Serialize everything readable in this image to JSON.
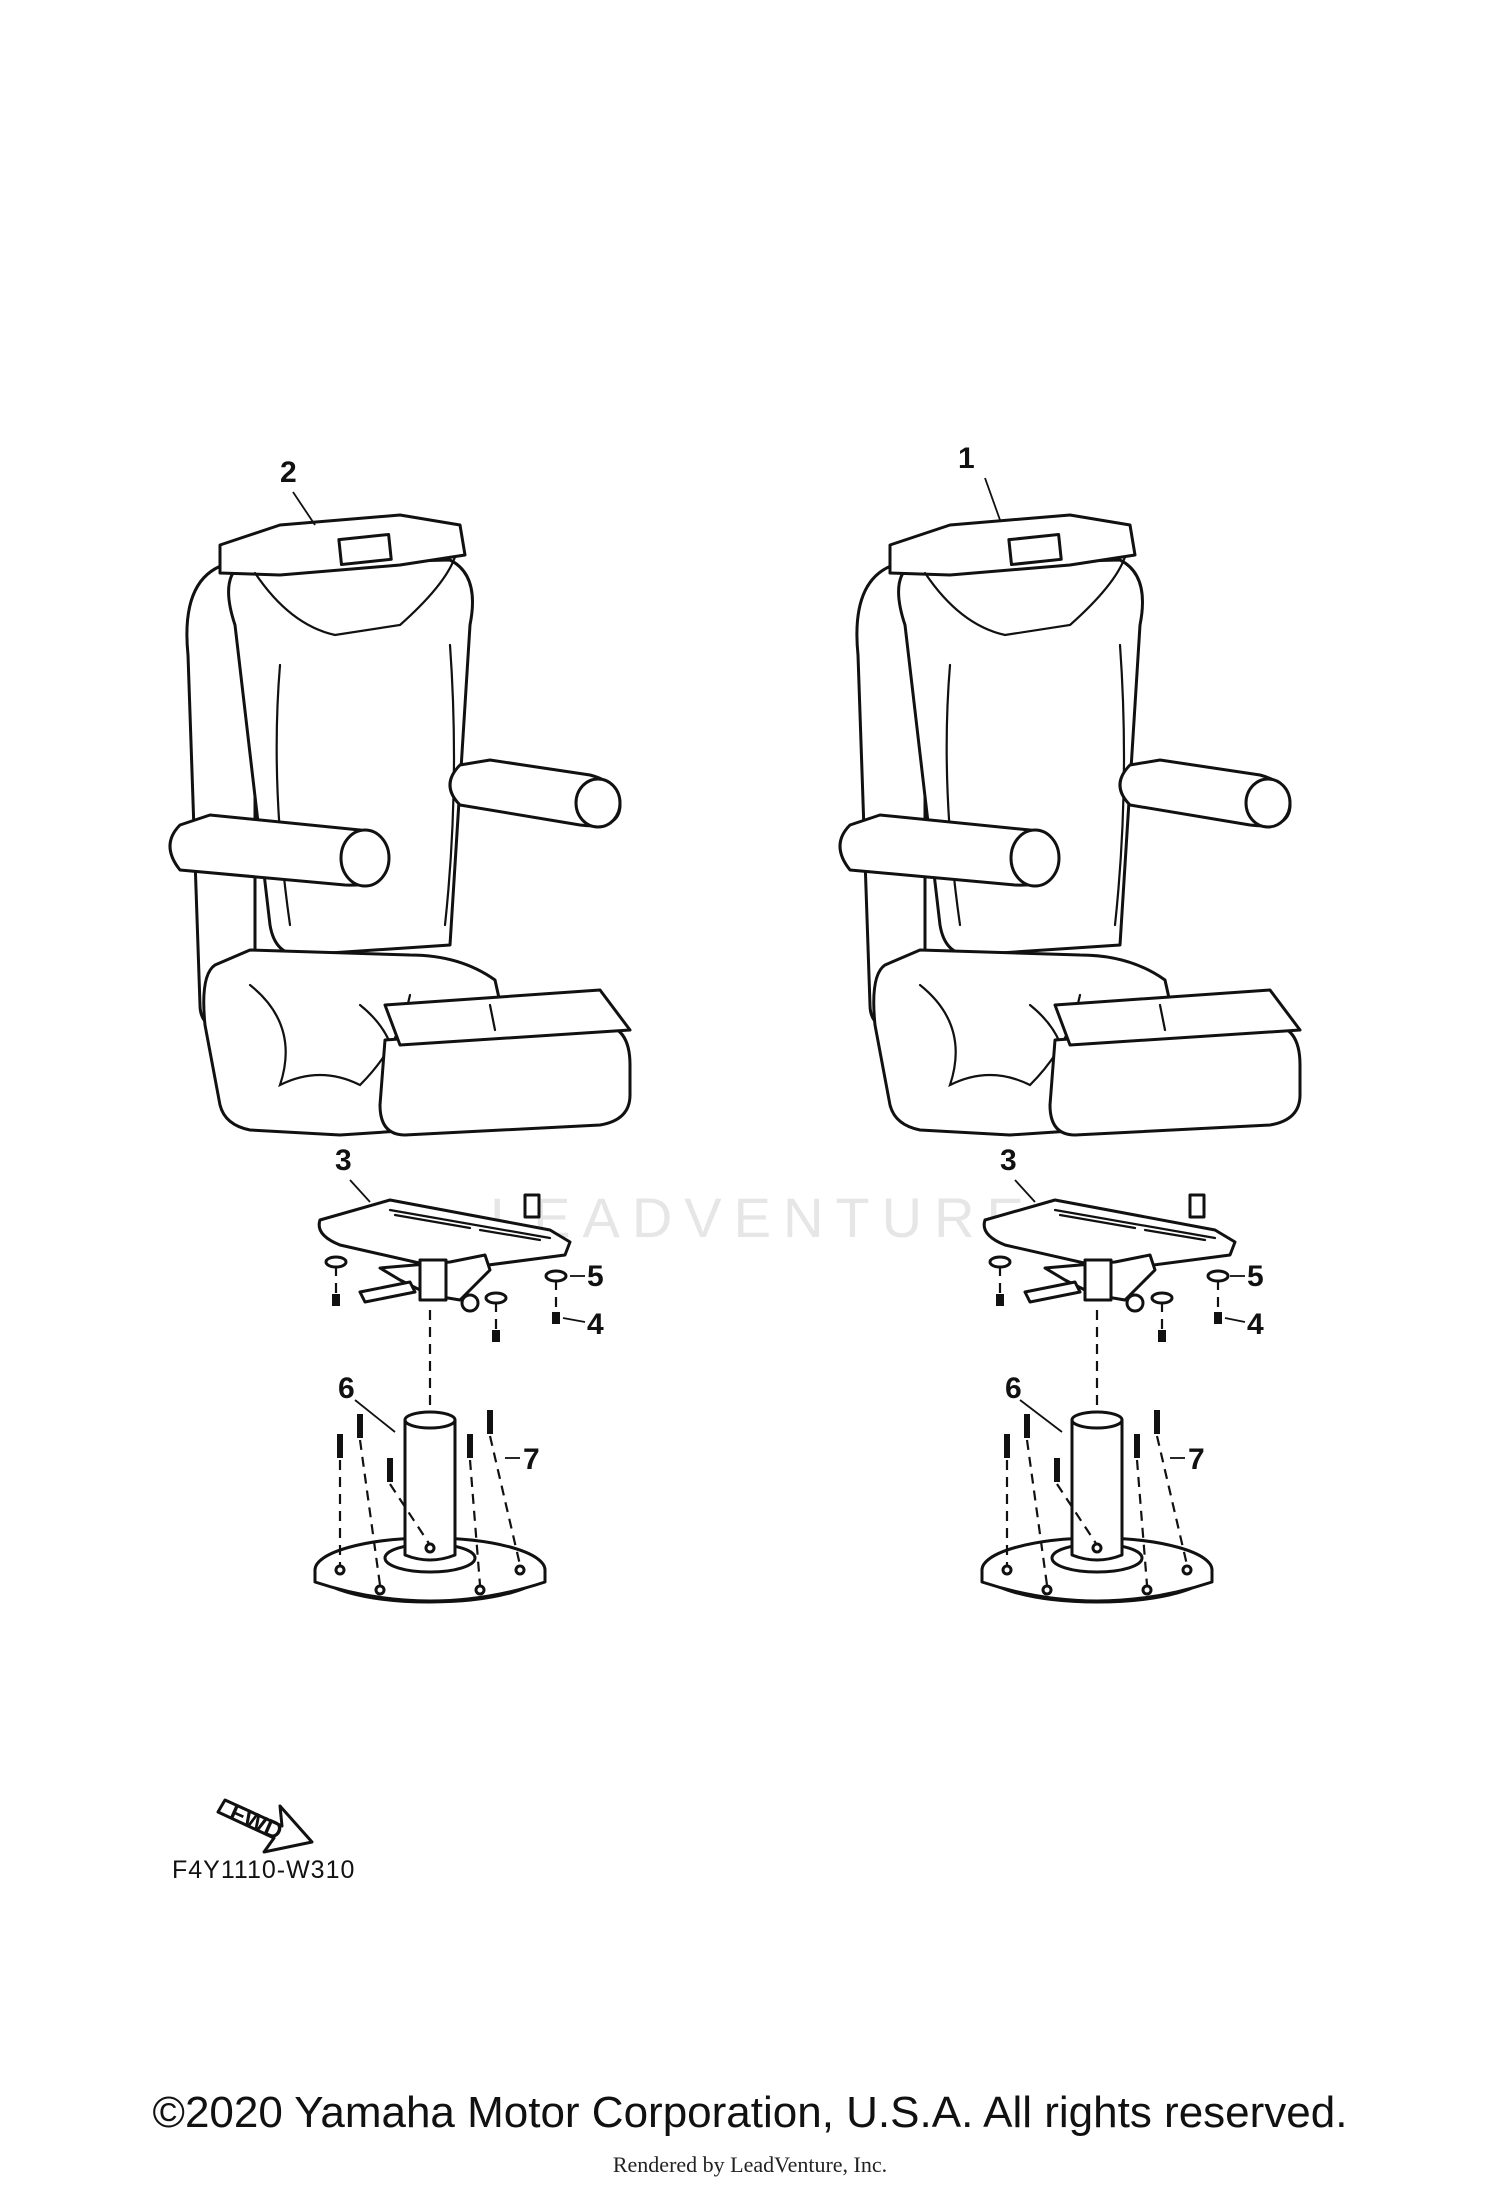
{
  "diagram": {
    "callouts": {
      "seat_right": "1",
      "seat_left": "2",
      "swivel_left": "3",
      "swivel_right": "3",
      "nut_left": "4",
      "nut_right": "4",
      "washer_left": "5",
      "washer_right": "5",
      "pedestal_left": "6",
      "pedestal_right": "6",
      "screw_left": "7",
      "screw_right": "7"
    },
    "fwd_label": "FWD",
    "code": "F4Y1110-W310"
  },
  "watermark": "LEADVENTURE",
  "footer": {
    "copyright": "©2020 Yamaha Motor Corporation, U.S.A. All rights reserved.",
    "rendered_by": "Rendered by LeadVenture, Inc."
  }
}
